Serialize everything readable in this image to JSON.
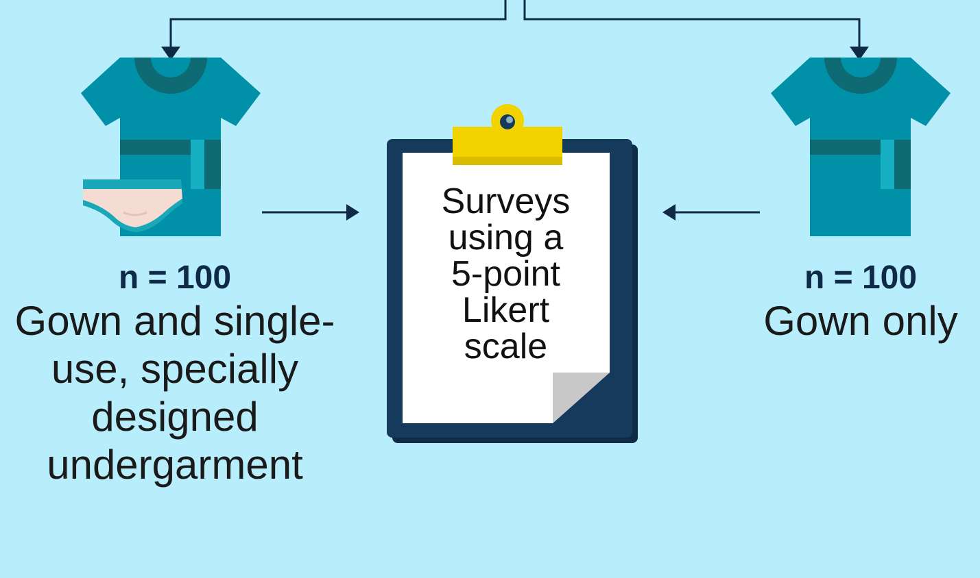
{
  "groups": [
    {
      "count": "n = 100",
      "description": "Gown and single-use, specially designed undergarment",
      "icons": [
        "gown-icon",
        "undergarment-icon"
      ]
    },
    {
      "count": "n = 100",
      "description": "Gown only",
      "icons": [
        "gown-icon"
      ]
    }
  ],
  "survey": {
    "text": "Surveys\nusing a\n5-point\nLikert\nscale",
    "icon": "clipboard-icon"
  },
  "colors": {
    "background": "#b8eefb",
    "gown": "#0090a8",
    "gown_dark": "#0e6b74",
    "belt_tab": "#16b0c2",
    "clipboard": "#163a5c",
    "clip": "#f2d300",
    "arrow": "#0e2a47"
  }
}
